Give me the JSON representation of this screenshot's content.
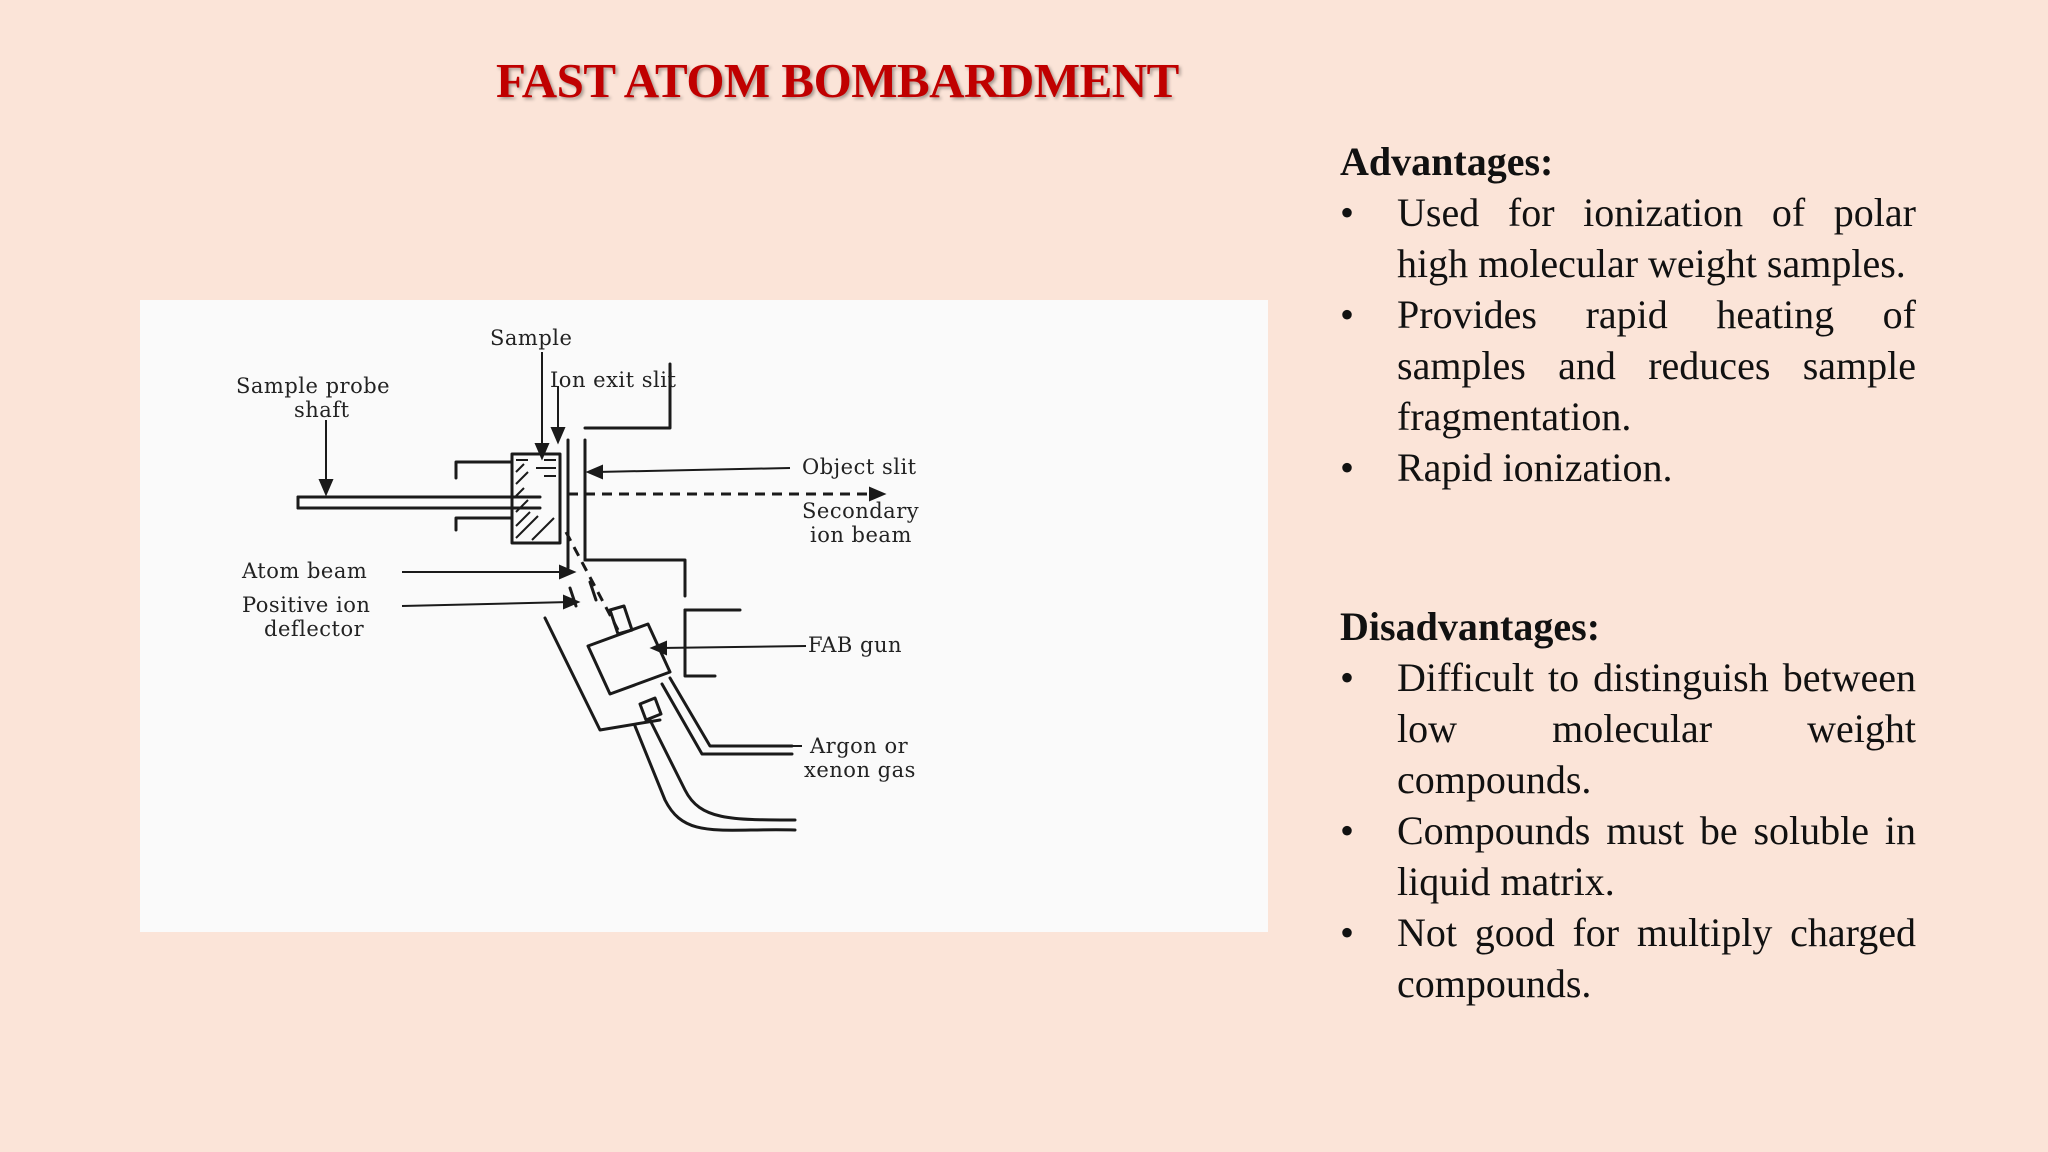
{
  "slide": {
    "title": "FAST ATOM BOMBARDMENT"
  },
  "diagram": {
    "labels": {
      "sample": "Sample",
      "sample_probe_shaft": [
        "Sample probe",
        "shaft"
      ],
      "ion_exit_slit": "Ion exit slit",
      "object_slit": "Object slit",
      "secondary_ion_beam": [
        "Secondary",
        "ion beam"
      ],
      "atom_beam": "Atom beam",
      "positive_ion_deflector": [
        "Positive ion",
        "deflector"
      ],
      "fab_gun": "FAB gun",
      "argon_or_xenon_gas": [
        "Argon or",
        "xenon gas"
      ]
    }
  },
  "advantages": {
    "heading": "Advantages:",
    "bullet": "•",
    "items": [
      "Used for ionization of polar high molecular weight samples.",
      "Provides rapid heating of samples and reduces sample fragmentation.",
      "Rapid ionization."
    ]
  },
  "disadvantages": {
    "heading": "Disadvantages:",
    "bullet": "•",
    "items": [
      "Difficult to distinguish between low molecular weight compounds.",
      "Compounds must be soluble in liquid matrix.",
      "Not good for multiply charged compounds."
    ]
  }
}
